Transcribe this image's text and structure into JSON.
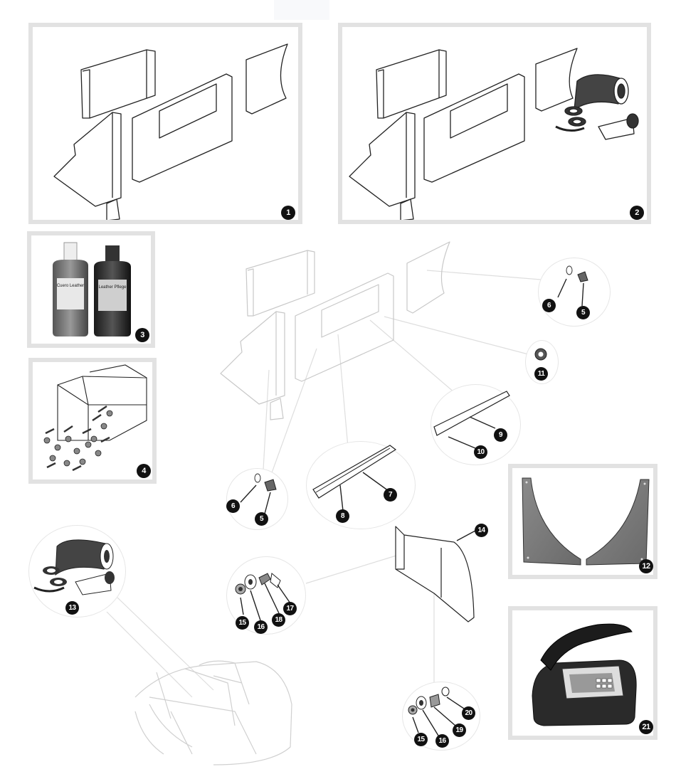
{
  "diagram": {
    "panel_badges": {
      "p1": "1",
      "p2": "2",
      "p3": "3",
      "p4": "4",
      "p12": "12",
      "p21": "21"
    },
    "callout_badges": {
      "c_top_6": "6",
      "c_top_5": "5",
      "c_11": "11",
      "c_9": "9",
      "c_10": "10",
      "c_7": "7",
      "c_8": "8",
      "c_left_6": "6",
      "c_left_5": "5",
      "c_14": "14",
      "c_15a": "15",
      "c_16a": "16",
      "c_18": "18",
      "c_17": "17",
      "c_13": "13",
      "c_15b": "15",
      "c_16b": "16",
      "c_19": "19",
      "c_20": "20"
    },
    "bottle_left_label": "Cuero Leather",
    "bottle_right_label": "Leather Pflege"
  },
  "colors": {
    "panel_border": "#e2e2e2",
    "line": "#222222",
    "faded_line": "#c8c8c8",
    "badge": "#111111",
    "leader": "#dedede"
  }
}
